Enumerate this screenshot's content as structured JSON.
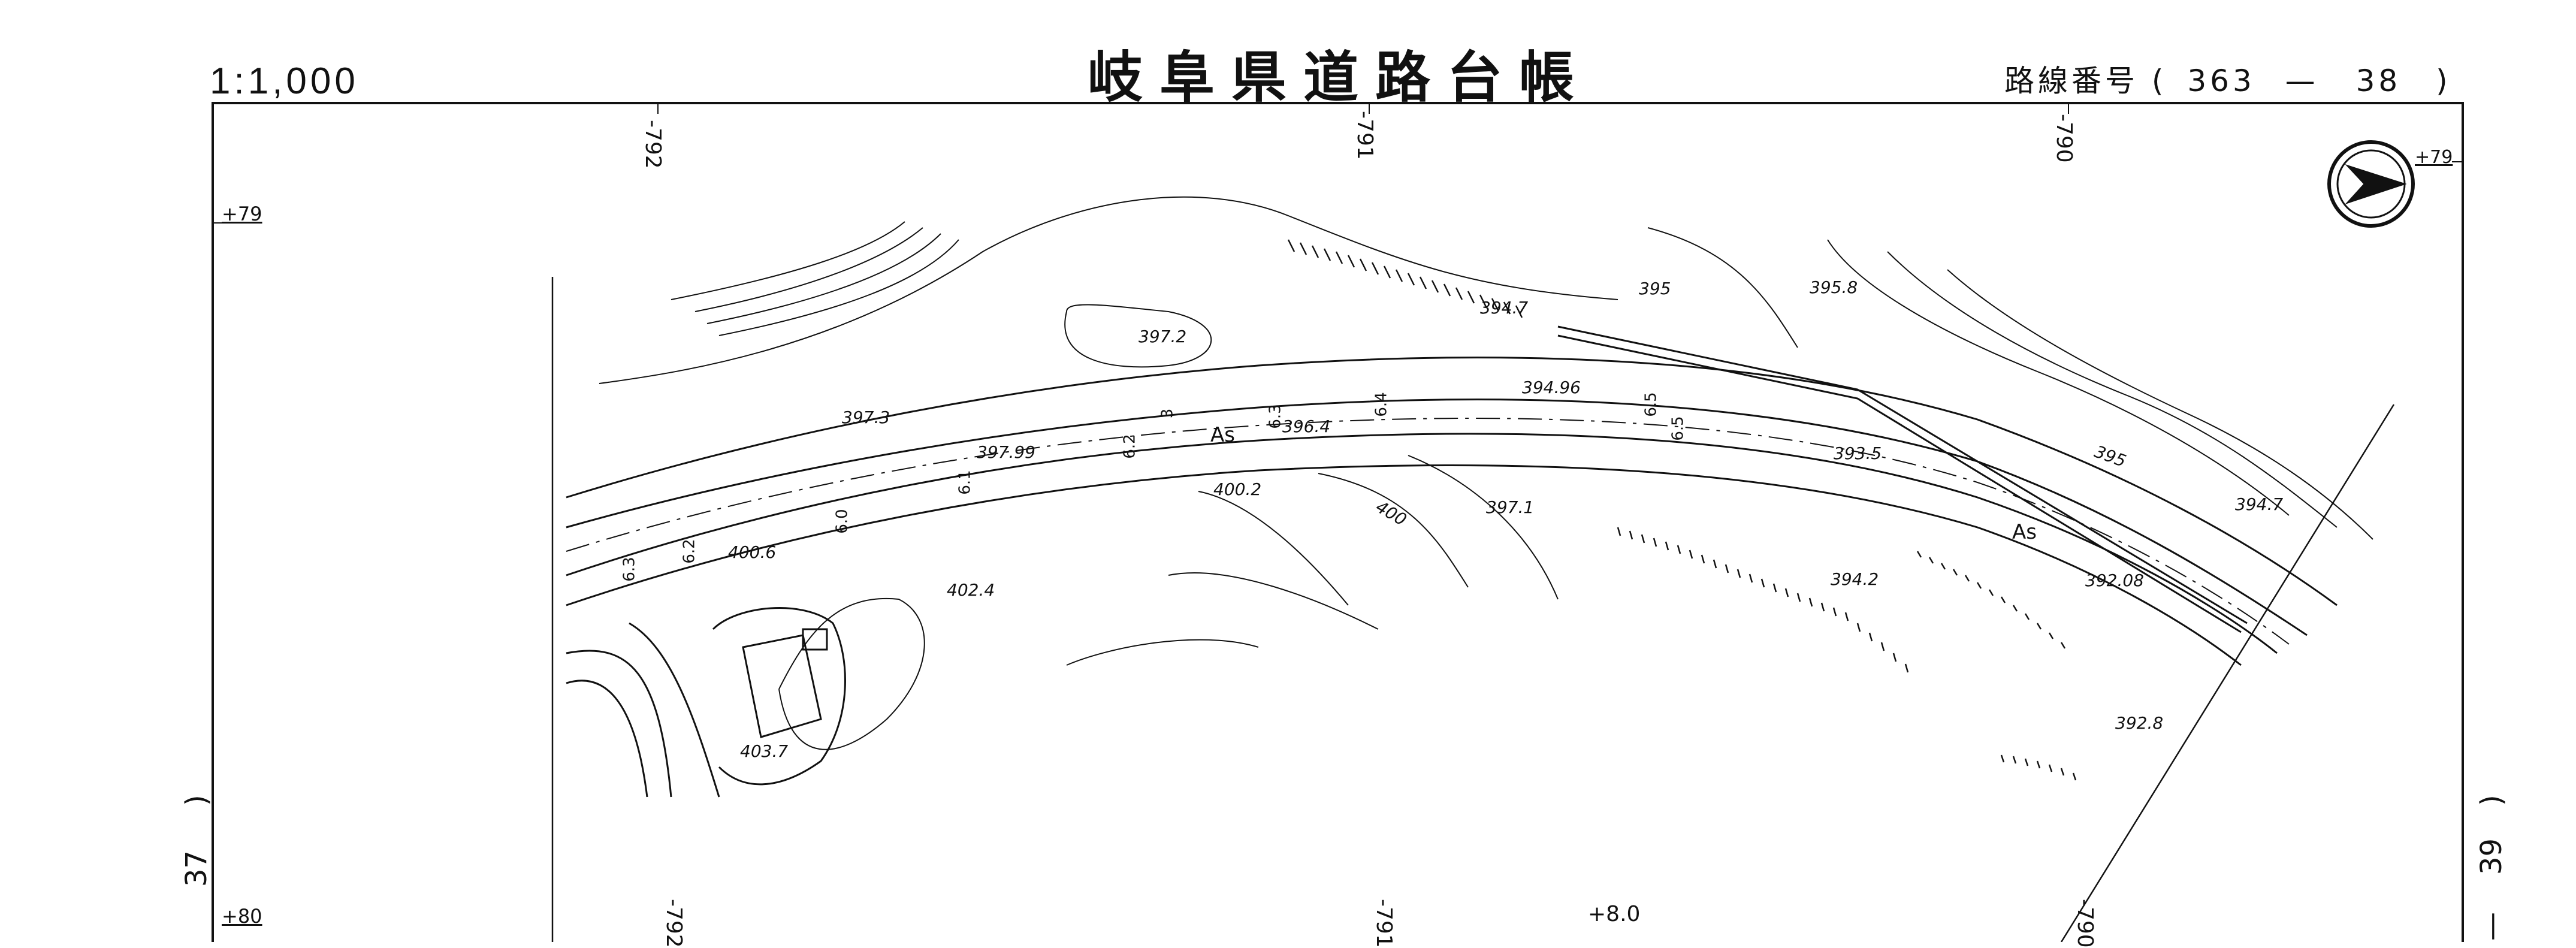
{
  "header": {
    "scale": "1:1,000",
    "title": "岐阜県道路台帳",
    "route_label": "路線番号",
    "route_open": "(",
    "route_main": "363",
    "route_dash": "—",
    "route_sub": "38",
    "route_close": ")"
  },
  "grid_labels": {
    "top_left": "-792",
    "top_mid": "-791",
    "top_right": "-790",
    "bottom_left": "-792",
    "bottom_mid": "-791",
    "bottom_right": "-790",
    "left_top": "+79",
    "left_bottom": "+80",
    "right_top": "+79",
    "bottom_center": "+8.0"
  },
  "sheet_links": {
    "left_number": "37",
    "left_paren": ")",
    "right_number": "39",
    "right_paren": ")",
    "right_dash": "—"
  },
  "elevations": [
    "397.2",
    "397.3",
    "397.99",
    "394.7",
    "395",
    "395.8",
    "394.96",
    "396.4",
    "400.2",
    "400.6",
    "402.4",
    "403.7",
    "397.1",
    "400",
    "394.2",
    "393.5",
    "395",
    "394.7",
    "392.08",
    "392.8"
  ],
  "road_labels": {
    "surface_1": "As",
    "surface_2": "As"
  },
  "width_marks": [
    "6.3",
    "6.1",
    "6.0",
    "6.2",
    "6.3",
    "6.4",
    "6.5",
    "6.5",
    "6.2",
    "3"
  ],
  "map_symbols": {
    "north_arrow": "north-arrow-icon"
  }
}
